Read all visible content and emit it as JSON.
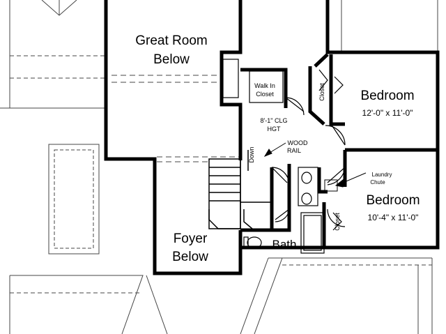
{
  "rooms": {
    "great_room": {
      "line1": "Great Room",
      "line2": "Below"
    },
    "walk_in_closet": {
      "line1": "Walk In",
      "line2": "Closet"
    },
    "ceiling_note": {
      "line1": "8'-1\" CLG",
      "line2": "HGT"
    },
    "bedroom_1": {
      "name": "Bedroom",
      "size": "12'-0\" x 11'-0\""
    },
    "bedroom_2": {
      "name": "Bedroom",
      "size": "10'-4\" x 11'-0\""
    },
    "closet_1": "Closet",
    "closet_2": "Closet",
    "foyer": {
      "line1": "Foyer",
      "line2": "Below"
    },
    "bath": "Bath"
  },
  "annotations": {
    "down": "Down",
    "wood_rail": {
      "line1": "WOOD",
      "line2": "RAIL"
    },
    "laundry_chute": {
      "line1": "Laundry",
      "line2": "Chute"
    }
  }
}
